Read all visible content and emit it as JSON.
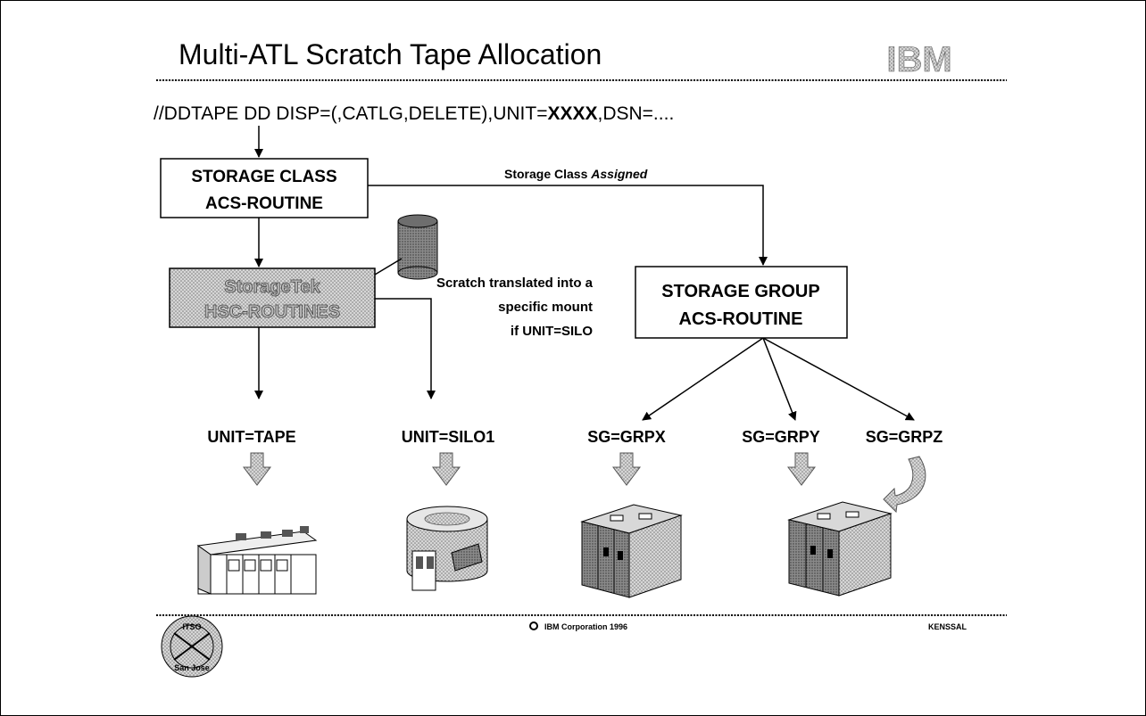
{
  "title": "Multi-ATL Scratch Tape Allocation",
  "logo_text": "IBM",
  "jcl": {
    "prefix": "//DDTAPE  DD  DISP=(,CATLG,DELETE),UNIT=",
    "unit_value": "XXXX",
    "suffix": ",DSN=...."
  },
  "storage_class_box": {
    "line1": "STORAGE CLASS",
    "line2": "ACS-ROUTINE"
  },
  "sc_assigned": {
    "prefix": "Storage Class ",
    "emphasis": "Assigned"
  },
  "hsc_box": {
    "line1": "StorageTek",
    "line2": "HSC-ROUTINES"
  },
  "scratch_note": [
    "Scratch translated into a",
    "specific mount",
    "if UNIT=SILO"
  ],
  "storage_group_box": {
    "line1": "STORAGE GROUP",
    "line2": "ACS-ROUTINE"
  },
  "unit_labels": {
    "tape": "UNIT=TAPE",
    "silo": "UNIT=SILO1"
  },
  "sg_labels": [
    "SG=GRPX",
    "SG=GRPY",
    "SG=GRPZ"
  ],
  "footer": {
    "copyright": "IBM Corporation 1996",
    "author": "KENSSAL",
    "seal_top": "ITSO",
    "seal_bottom": "San Jose"
  },
  "colors": {
    "line": "#000000",
    "hsc_fill": "#c8c8c8",
    "arrow_fill": "#bdbdbd",
    "machine_fill": "#9a9a9a"
  }
}
